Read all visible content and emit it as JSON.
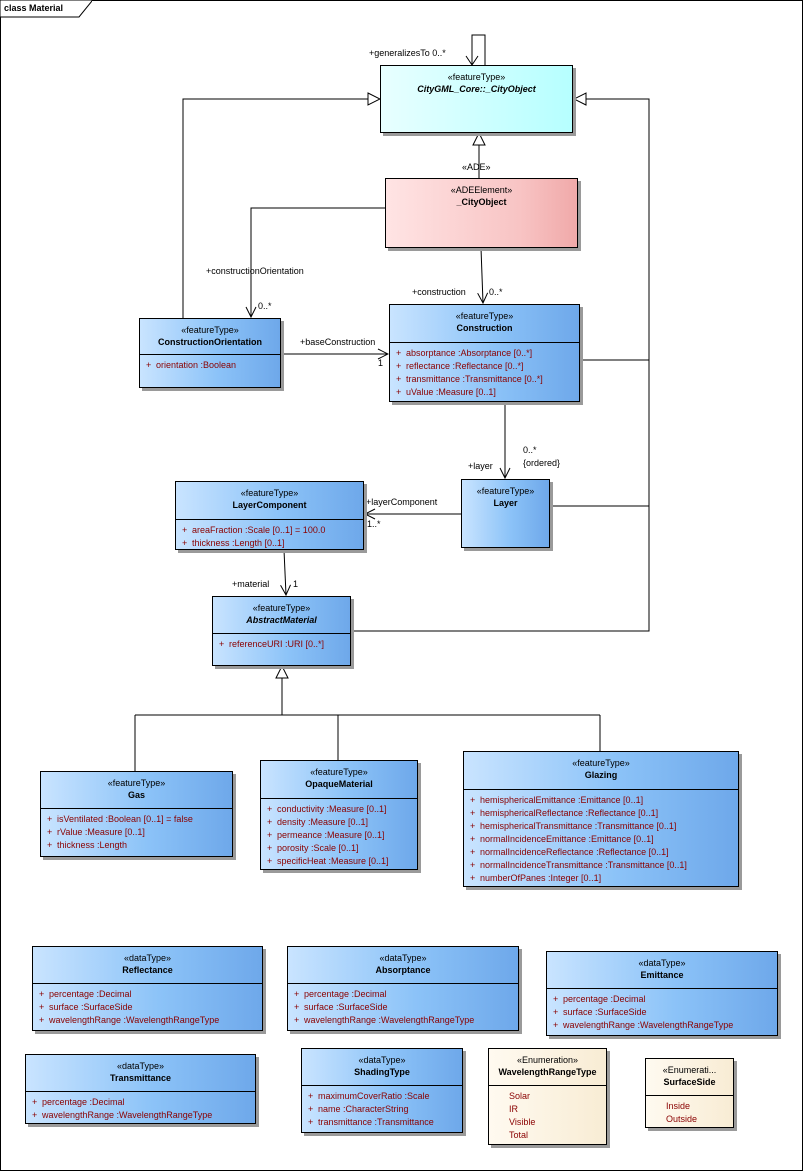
{
  "title": "class Material",
  "classes": {
    "city_object": {
      "stereotype": "«featureType»",
      "name": "CityGML_Core::_CityObject"
    },
    "ade_city_object": {
      "stereotype": "«ADEElement»",
      "name": "_CityObject"
    },
    "construction_orientation": {
      "stereotype": "«featureType»",
      "name": "ConstructionOrientation",
      "attributes": [
        {
          "vis": "+",
          "text": "orientation  :Boolean"
        }
      ]
    },
    "construction": {
      "stereotype": "«featureType»",
      "name": "Construction",
      "attributes": [
        {
          "vis": "+",
          "text": "absorptance  :Absorptance [0..*]"
        },
        {
          "vis": "+",
          "text": "reflectance  :Reflectance [0..*]"
        },
        {
          "vis": "+",
          "text": "transmittance  :Transmittance [0..*]"
        },
        {
          "vis": "+",
          "text": "uValue  :Measure [0..1]"
        }
      ]
    },
    "layer_component": {
      "stereotype": "«featureType»",
      "name": "LayerComponent",
      "attributes": [
        {
          "vis": "+",
          "text": "areaFraction  :Scale [0..1] = 100.0"
        },
        {
          "vis": "+",
          "text": "thickness  :Length [0..1]"
        }
      ]
    },
    "layer": {
      "stereotype": "«featureType»",
      "name": "Layer"
    },
    "abstract_material": {
      "stereotype": "«featureType»",
      "name": "AbstractMaterial",
      "attributes": [
        {
          "vis": "+",
          "text": "referenceURI  :URI [0..*]"
        }
      ]
    },
    "gas": {
      "stereotype": "«featureType»",
      "name": "Gas",
      "attributes": [
        {
          "vis": "+",
          "text": "isVentilated  :Boolean [0..1] = false"
        },
        {
          "vis": "+",
          "text": "rValue  :Measure [0..1]"
        },
        {
          "vis": "+",
          "text": "thickness  :Length"
        }
      ]
    },
    "opaque_material": {
      "stereotype": "«featureType»",
      "name": "OpaqueMaterial",
      "attributes": [
        {
          "vis": "+",
          "text": "conductivity  :Measure [0..1]"
        },
        {
          "vis": "+",
          "text": "density  :Measure [0..1]"
        },
        {
          "vis": "+",
          "text": "permeance  :Measure [0..1]"
        },
        {
          "vis": "+",
          "text": "porosity  :Scale [0..1]"
        },
        {
          "vis": "+",
          "text": "specificHeat  :Measure [0..1]"
        }
      ]
    },
    "glazing": {
      "stereotype": "«featureType»",
      "name": "Glazing",
      "attributes": [
        {
          "vis": "+",
          "text": "hemisphericalEmittance  :Emittance [0..1]"
        },
        {
          "vis": "+",
          "text": "hemisphericalReflectance  :Reflectance [0..1]"
        },
        {
          "vis": "+",
          "text": "hemisphericalTransmittance  :Transmittance [0..1]"
        },
        {
          "vis": "+",
          "text": "normalIncidenceEmittance  :Emittance [0..1]"
        },
        {
          "vis": "+",
          "text": "normalIncidenceReflectance  :Reflectance [0..1]"
        },
        {
          "vis": "+",
          "text": "normalIncidenceTransmittance  :Transmittance [0..1]"
        },
        {
          "vis": "+",
          "text": "numberOfPanes  :Integer [0..1]"
        }
      ]
    },
    "reflectance": {
      "stereotype": "«dataType»",
      "name": "Reflectance",
      "attributes": [
        {
          "vis": "+",
          "text": "percentage  :Decimal"
        },
        {
          "vis": "+",
          "text": "surface  :SurfaceSide"
        },
        {
          "vis": "+",
          "text": "wavelengthRange  :WavelengthRangeType"
        }
      ]
    },
    "absorptance": {
      "stereotype": "«dataType»",
      "name": "Absorptance",
      "attributes": [
        {
          "vis": "+",
          "text": "percentage  :Decimal"
        },
        {
          "vis": "+",
          "text": "surface  :SurfaceSide"
        },
        {
          "vis": "+",
          "text": "wavelengthRange  :WavelengthRangeType"
        }
      ]
    },
    "emittance": {
      "stereotype": "«dataType»",
      "name": "Emittance",
      "attributes": [
        {
          "vis": "+",
          "text": "percentage  :Decimal"
        },
        {
          "vis": "+",
          "text": "surface  :SurfaceSide"
        },
        {
          "vis": "+",
          "text": "wavelengthRange  :WavelengthRangeType"
        }
      ]
    },
    "transmittance": {
      "stereotype": "«dataType»",
      "name": "Transmittance",
      "attributes": [
        {
          "vis": "+",
          "text": "percentage  :Decimal"
        },
        {
          "vis": "+",
          "text": "wavelengthRange  :WavelengthRangeType"
        }
      ]
    },
    "shading_type": {
      "stereotype": "«dataType»",
      "name": "ShadingType",
      "attributes": [
        {
          "vis": "+",
          "text": "maximumCoverRatio  :Scale"
        },
        {
          "vis": "+",
          "text": "name  :CharacterString"
        },
        {
          "vis": "+",
          "text": "transmittance  :Transmittance"
        }
      ]
    },
    "wavelength_range_type": {
      "stereotype": "«Enumeration»",
      "name": "WavelengthRangeType",
      "literals": [
        "Solar",
        "IR",
        "Visible",
        "Total"
      ]
    },
    "surface_side": {
      "stereotype": "«Enumerati...",
      "name": "SurfaceSide",
      "literals": [
        "Inside",
        "Outside"
      ]
    }
  },
  "labels": {
    "generalizes_to": "+generalizesTo 0..*",
    "ade": "«ADE»",
    "construction_orientation_role": "+constructionOrientation",
    "construction_orientation_mult": "0..*",
    "construction_role": "+construction",
    "construction_mult": "0..*",
    "base_construction_role": "+baseConstruction",
    "base_construction_mult": "1",
    "layer_role": "+layer",
    "layer_mult": "0..*",
    "layer_ordered": "{ordered}",
    "layer_component_role": "+layerComponent",
    "layer_component_mult": "1..*",
    "material_role": "+material",
    "material_mult": "1"
  }
}
